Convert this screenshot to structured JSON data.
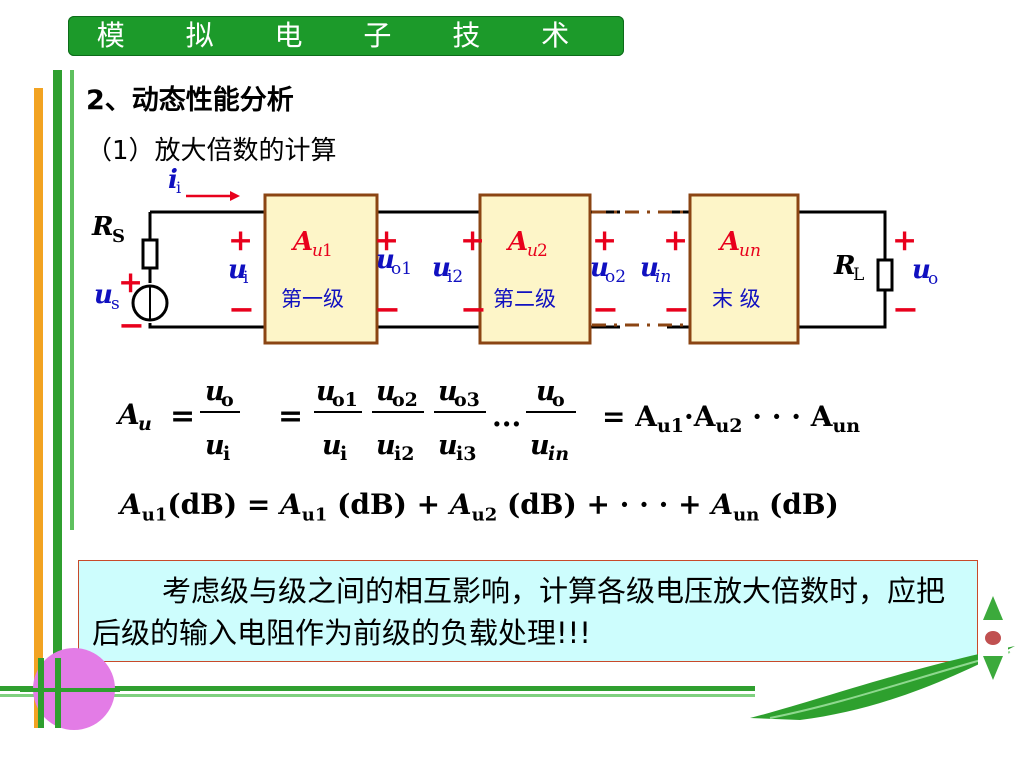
{
  "slide": {
    "title": "模 拟 电 子 技 术",
    "heading": "2、动态性能分析",
    "subheading": "（1）放大倍数的计算",
    "note": "考虑级与级之间的相互影响，计算各级电压放大倍数时，应把后级的输入电阻作为前级的负载处理!!!"
  },
  "circuit": {
    "current_label": "i",
    "current_sub": "i",
    "rs_label": "R",
    "rs_sub": "S",
    "us_label": "u",
    "us_sub": "s",
    "rl_label": "R",
    "rl_sub": "L",
    "uo_label": "u",
    "uo_sub": "o",
    "plus": "+",
    "minus": "−",
    "dots": "· ·",
    "stage1": {
      "gain": "A",
      "gain_sub": "u",
      "gain_num": "1",
      "name": "第一级"
    },
    "stage2": {
      "gain": "A",
      "gain_sub": "u",
      "gain_num": "2",
      "name": "第二级"
    },
    "stagen": {
      "gain": "A",
      "gain_sub": "un",
      "name": "末 级"
    },
    "ui": {
      "u": "u",
      "sub": "i"
    },
    "uo1": {
      "u": "u",
      "sub": "o1"
    },
    "ui2": {
      "u": "u",
      "sub": "i2"
    },
    "uo2": {
      "u": "u",
      "sub": "o2"
    },
    "uin": {
      "u": "u",
      "sub": "in"
    }
  },
  "formula": {
    "au": "A",
    "au_sub": "u",
    "eq": "=",
    "f1_num": "u",
    "f1_num_sub": "o",
    "f1_den": "u",
    "f1_den_sub": "i",
    "f2_num": "u",
    "f2_num_sub": "o1",
    "f2_den": "u",
    "f2_den_sub": "i",
    "f3_num": "u",
    "f3_num_sub": "o2",
    "f3_den": "u",
    "f3_den_sub": "i2",
    "f4_num": "u",
    "f4_num_sub": "o3",
    "f4_den": "u",
    "f4_den_sub": "i3",
    "ellipsis": "...",
    "f5_num": "u",
    "f5_num_sub": "o",
    "f5_den": "u",
    "f5_den_sub": "in",
    "product": "= A",
    "p1_sub": "u1",
    "dot": "·A",
    "p2_sub": "u2",
    "cdots": " · · · A",
    "pn_sub": "un"
  },
  "db_formula": {
    "a": "A",
    "s1": "u1",
    "t1": "(dB) = ",
    "b": "A",
    "s2": "u1",
    "t2": " (dB) + ",
    "c": "A",
    "s3": "u2",
    "t3": " (dB) + · · · + ",
    "d": "A",
    "s4": "un",
    "t4": " (dB)"
  },
  "colors": {
    "title_green": "#1c9a2a",
    "circuit_blue": "#1010c0",
    "red": "#e8001c",
    "stage_fill": "#fdf5c8",
    "stage_border": "#8b4513",
    "note_bg": "#cdfdfd",
    "side_orange": "#f0a020",
    "side_green": "#2ea02e",
    "pink_circle": "#e070e0"
  }
}
